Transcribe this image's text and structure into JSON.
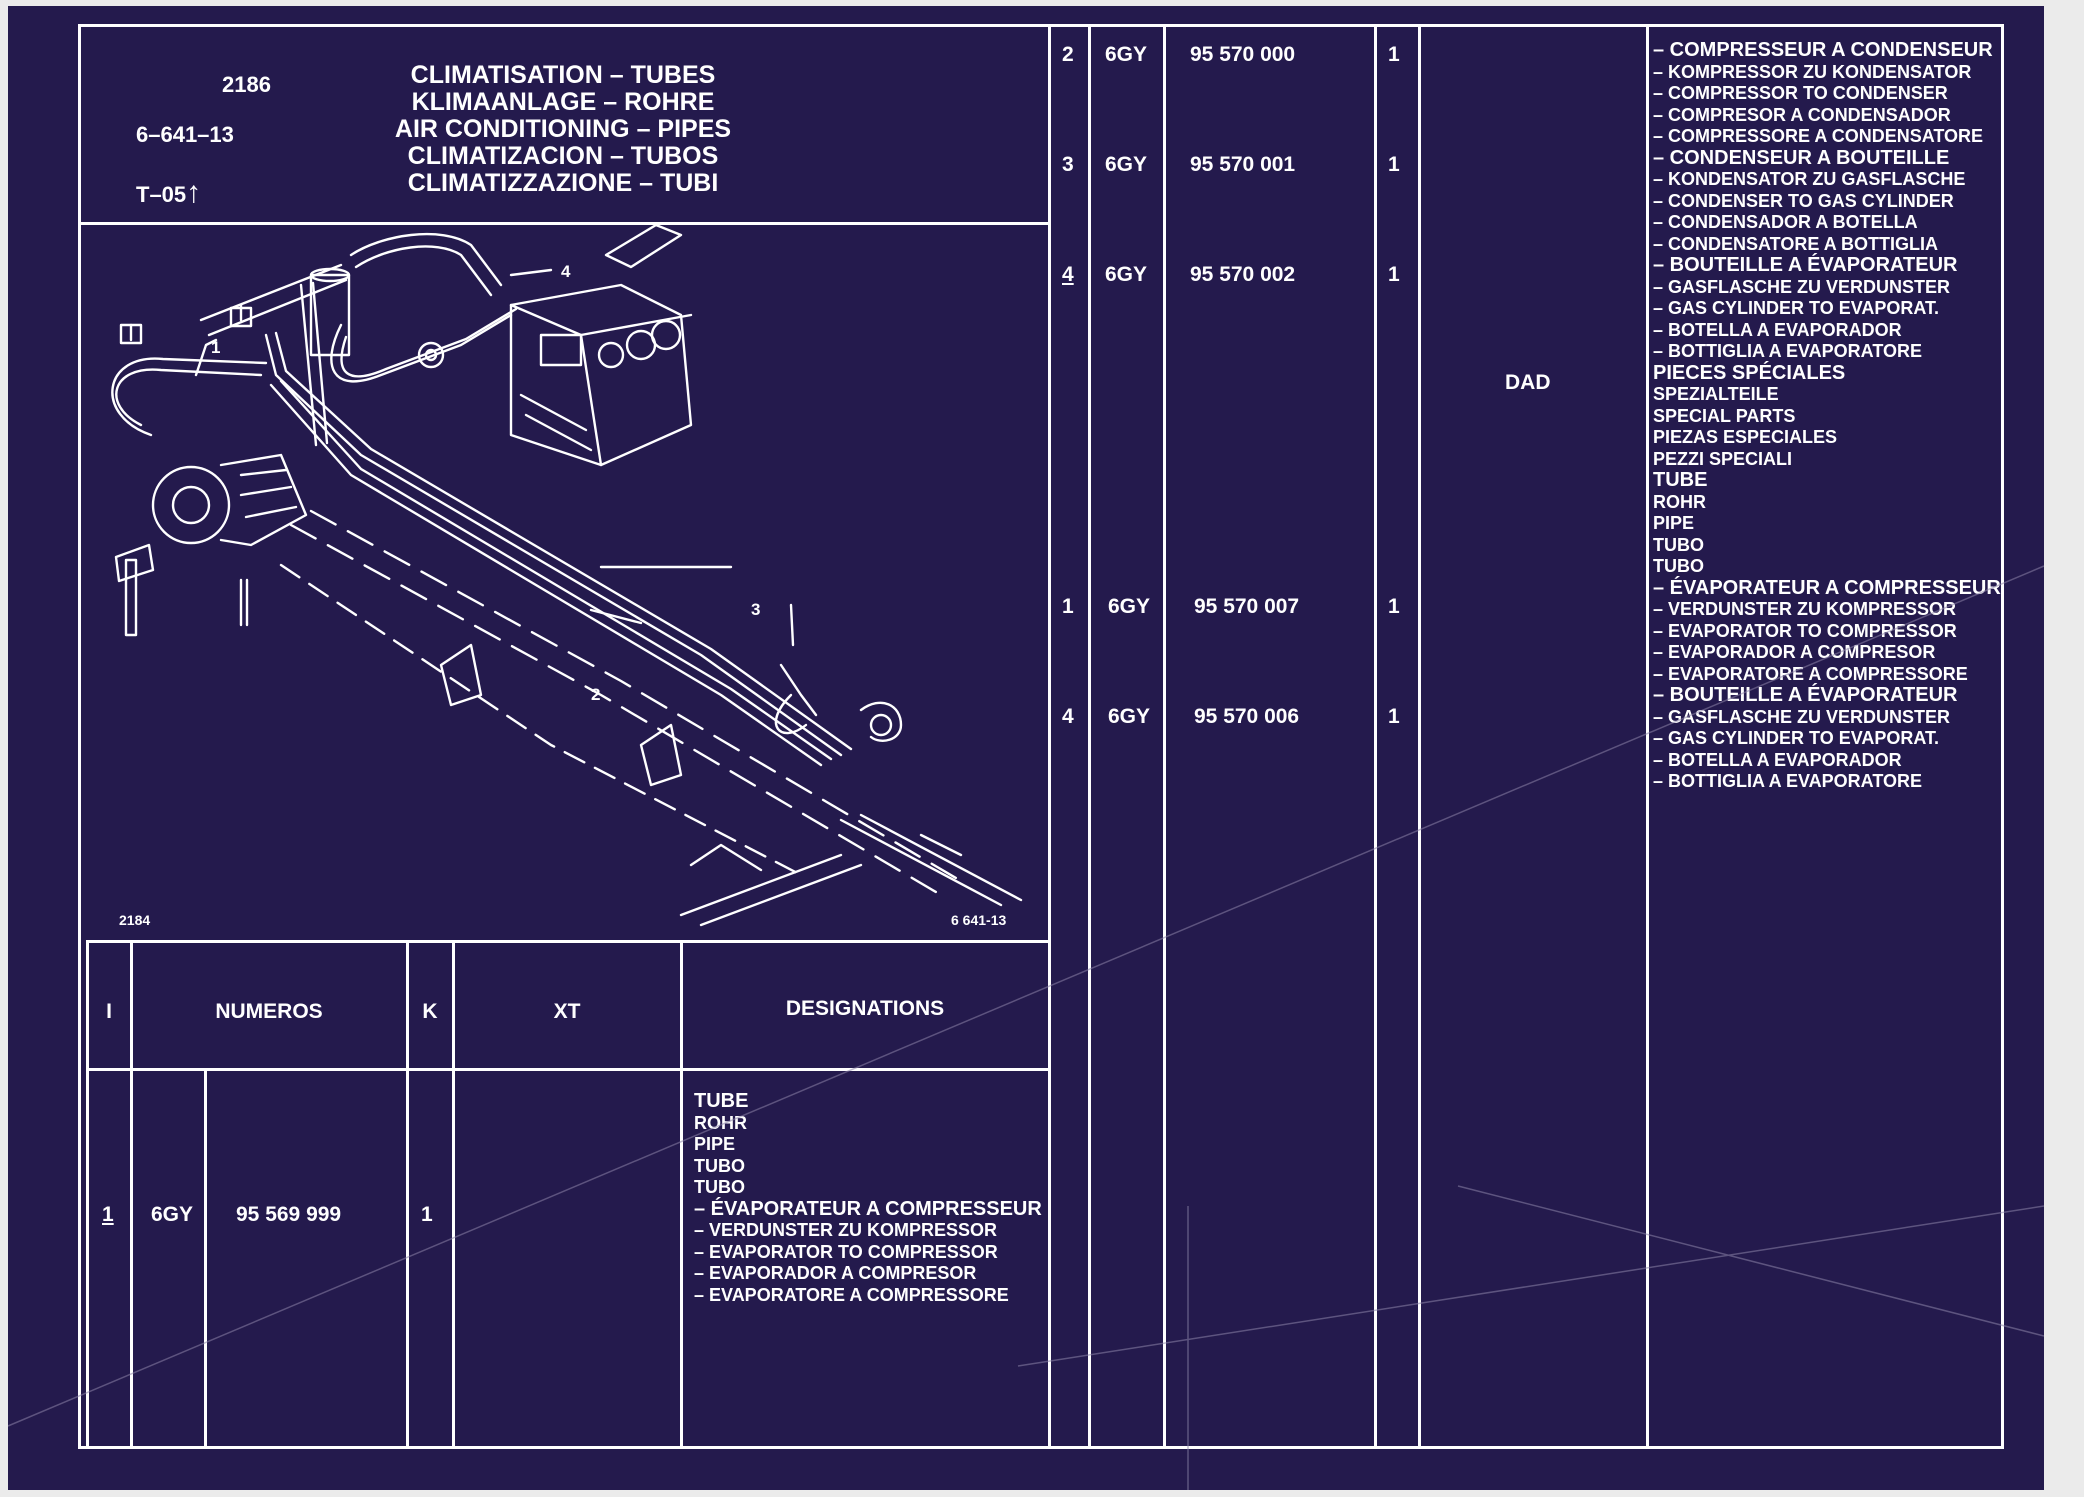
{
  "header": {
    "plate_number": "2186",
    "reference": "6–641–13",
    "tag": "T–05",
    "titles": [
      "CLIMATISATION – TUBES",
      "KLIMAANLAGE – ROHRE",
      "AIR CONDITIONING – PIPES",
      "CLIMATIZACION – TUBOS",
      "CLIMATIZZAZIONE – TUBI"
    ]
  },
  "diagram": {
    "callouts": [
      "1",
      "2",
      "3",
      "4"
    ],
    "plate_number": "2184",
    "reference": "6 641-13"
  },
  "table": {
    "headers": {
      "index": "I",
      "numeros": "NUMEROS",
      "k": "K",
      "xt": "XT",
      "designations": "DESIGNATIONS"
    },
    "left_row": {
      "index": "1",
      "prefix": "6GY",
      "number": "95 569 999",
      "qty": "1",
      "designation": [
        "TUBE",
        "ROHR",
        "PIPE",
        "TUBO",
        "TUBO",
        "– ÉVAPORATEUR A COMPRESSEUR",
        "– VERDUNSTER ZU KOMPRESSOR",
        "– EVAPORATOR TO COMPRESSOR",
        "– EVAPORADOR A COMPRESOR",
        "– EVAPORATORE A COMPRESSORE"
      ]
    },
    "right_rows": [
      {
        "index": "2",
        "prefix": "6GY",
        "number": "95 570 000",
        "qty": "1"
      },
      {
        "index": "3",
        "prefix": "6GY",
        "number": "95 570 001",
        "qty": "1"
      },
      {
        "index": "4",
        "prefix": "6GY",
        "number": "95 570 002",
        "qty": "1"
      },
      {
        "index": "1",
        "prefix": "6GY",
        "number": "95 570 007",
        "qty": "1"
      },
      {
        "index": "4",
        "prefix": "6GY",
        "number": "95 570 006",
        "qty": "1"
      }
    ],
    "xt_note": "DAD",
    "right_designations": [
      "– COMPRESSEUR A CONDENSEUR",
      "– KOMPRESSOR ZU KONDENSATOR",
      "– COMPRESSOR TO CONDENSER",
      "– COMPRESOR A CONDENSADOR",
      "– COMPRESSORE A CONDENSATORE",
      "– CONDENSEUR A BOUTEILLE",
      "– KONDENSATOR ZU GASFLASCHE",
      "– CONDENSER TO GAS CYLINDER",
      "– CONDENSADOR A BOTELLA",
      "– CONDENSATORE A BOTTIGLIA",
      "– BOUTEILLE A ÉVAPORATEUR",
      "– GASFLASCHE ZU VERDUNSTER",
      "– GAS CYLINDER TO EVAPORAT.",
      "– BOTELLA A EVAPORADOR",
      "– BOTTIGLIA A EVAPORATORE",
      "PIECES SPÉCIALES",
      "SPEZIALTEILE",
      "SPECIAL PARTS",
      "PIEZAS ESPECIALES",
      "PEZZI SPECIALI",
      "TUBE",
      "ROHR",
      "PIPE",
      "TUBO",
      "TUBO",
      "– ÉVAPORATEUR A COMPRESSEUR",
      "– VERDUNSTER ZU KOMPRESSOR",
      "– EVAPORATOR TO COMPRESSOR",
      "– EVAPORADOR A COMPRESOR",
      "– EVAPORATORE A COMPRESSORE",
      "– BOUTEILLE A ÉVAPORATEUR",
      "– GASFLASCHE ZU VERDUNSTER",
      "– GAS CYLINDER TO EVAPORAT.",
      "– BOTELLA A EVAPORADOR",
      "– BOTTIGLIA A EVAPORATORE"
    ]
  }
}
